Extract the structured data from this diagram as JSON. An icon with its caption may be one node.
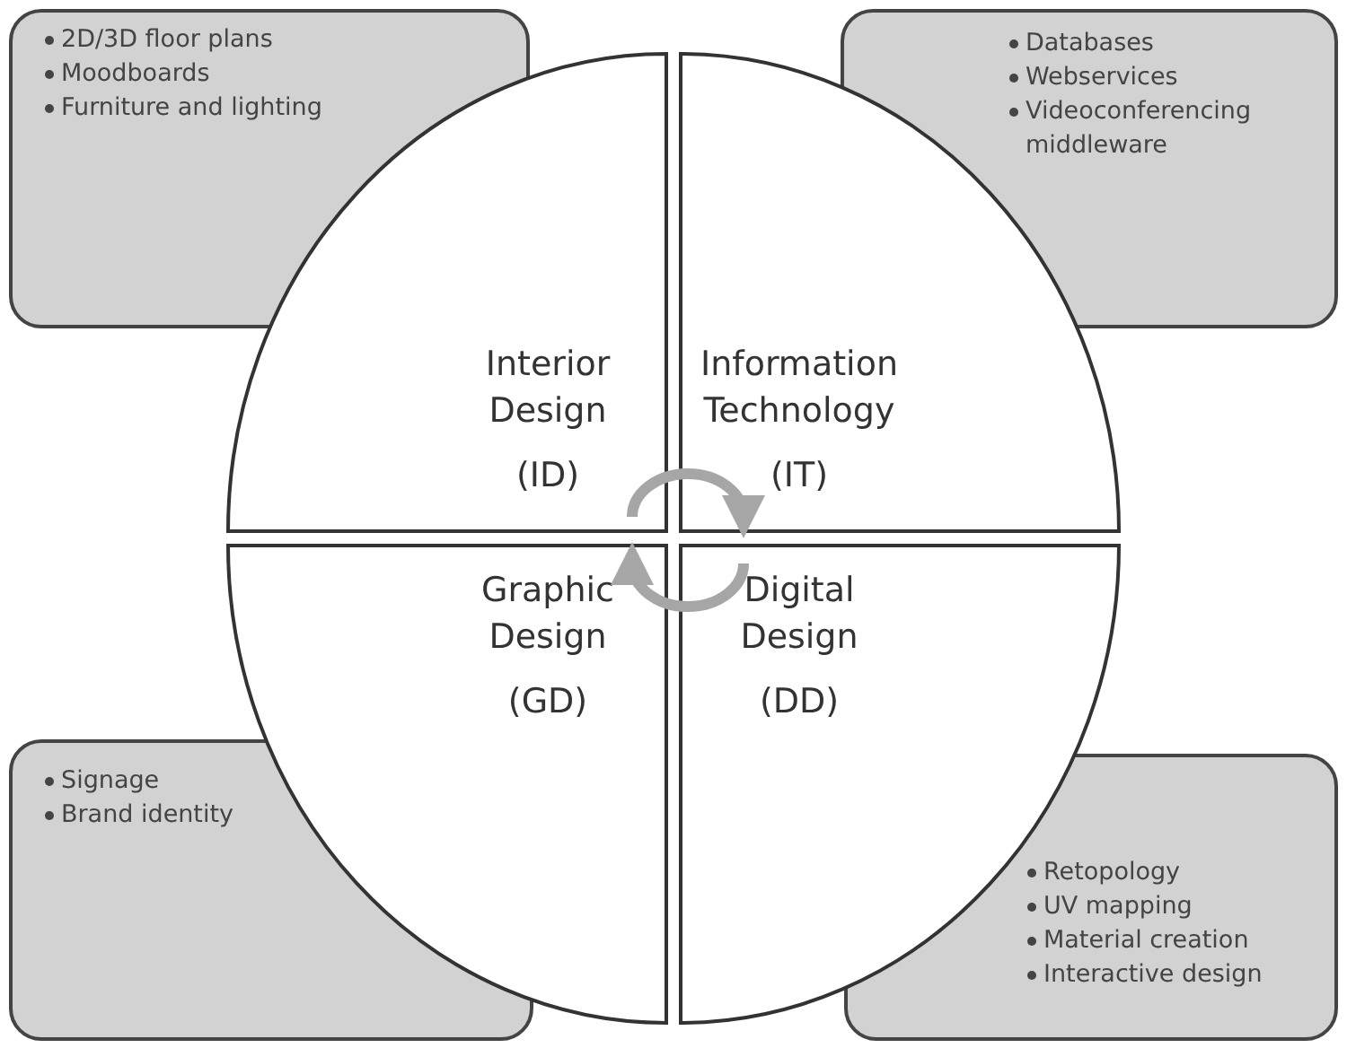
{
  "diagram": {
    "nodes": [
      {
        "text": [
          "2D/3D floor plans",
          "Moodboards",
          "Furniture and lighting"
        ]
      },
      {
        "text": [
          "Databases",
          "Webservices",
          "Videoconferencing middleware"
        ]
      },
      {
        "text": [
          "Interior Design",
          "(ID)"
        ]
      },
      {
        "text": [
          "Information Technology",
          "(IT)"
        ]
      },
      {
        "text": [
          "Graphic Design",
          "(GD)"
        ]
      },
      {
        "text": [
          "Digital Design",
          "(DD)"
        ]
      },
      {
        "text": [
          "Signage",
          "Brand identity"
        ]
      },
      {
        "text": [
          "Retopology",
          "UV mapping",
          "Material creation",
          "Interactive design"
        ]
      }
    ],
    "edges": [
      {
        "from": 2,
        "to": 3,
        "arrow": "to"
      },
      {
        "from": 5,
        "to": 4,
        "arrow": "to"
      }
    ]
  }
}
